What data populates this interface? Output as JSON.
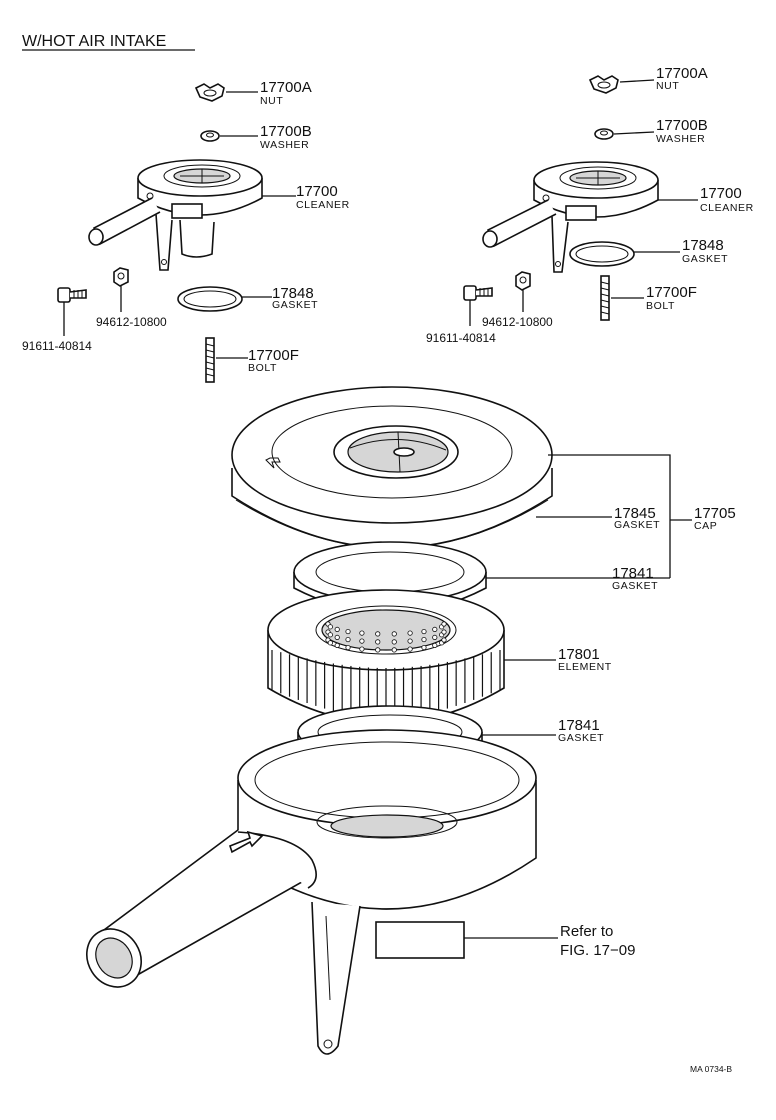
{
  "title": "W/HOT AIR INTAKE",
  "left_assembly": {
    "nut": {
      "number": "17700A",
      "name": "NUT"
    },
    "washer": {
      "number": "17700B",
      "name": "WASHER"
    },
    "cleaner": {
      "number": "17700",
      "name": "CLEANER"
    },
    "gasket": {
      "number": "17848",
      "name": "GASKET"
    },
    "bolt": {
      "number": "17700F",
      "name": "BOLT"
    },
    "part_a": "94612-10800",
    "part_b": "91611-40814"
  },
  "right_assembly": {
    "nut": {
      "number": "17700A",
      "name": "NUT"
    },
    "washer": {
      "number": "17700B",
      "name": "WASHER"
    },
    "cleaner": {
      "number": "17700",
      "name": "CLEANER"
    },
    "gasket": {
      "number": "17848",
      "name": "GASKET"
    },
    "bolt": {
      "number": "17700F",
      "name": "BOLT"
    },
    "part_a": "94612-10800",
    "part_b": "91611-40814"
  },
  "main_assembly": {
    "cap_gasket": {
      "number": "17845",
      "name": "GASKET"
    },
    "cap": {
      "number": "17705",
      "name": "CAP"
    },
    "upper_gasket": {
      "number": "17841",
      "name": "GASKET"
    },
    "element": {
      "number": "17801",
      "name": "ELEMENT"
    },
    "lower_gasket": {
      "number": "17841",
      "name": "GASKET"
    }
  },
  "reference": {
    "line1": "Refer to",
    "line2": "FIG. 17−09"
  },
  "figure_code": "MA 0734-B"
}
